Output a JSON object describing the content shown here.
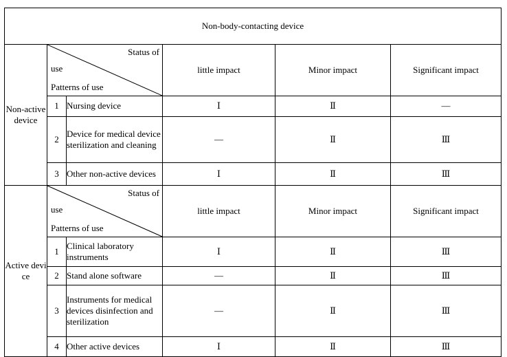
{
  "table": {
    "title": "Non-body-contacting device",
    "diagonal_header": {
      "status_label": "Status of",
      "use_label": "use",
      "patterns_label": "Patterns of use"
    },
    "impact_columns": [
      "little impact",
      "Minor impact",
      "Significant impact"
    ],
    "dash": "—",
    "sections": [
      {
        "category": "Non-active device",
        "rows": [
          {
            "number": "1",
            "label": "Nursing device",
            "values": [
              "Ⅰ",
              "Ⅱ",
              "—"
            ]
          },
          {
            "number": "2",
            "label": "Device for medical device sterilization and cleaning",
            "values": [
              "—",
              "Ⅱ",
              "Ⅲ"
            ]
          },
          {
            "number": "3",
            "label": "Other non-active devices",
            "values": [
              "Ⅰ",
              "Ⅱ",
              "Ⅲ"
            ]
          }
        ]
      },
      {
        "category": "Active device",
        "rows": [
          {
            "number": "1",
            "label": "Clinical laboratory instruments",
            "values": [
              "Ⅰ",
              "Ⅱ",
              "Ⅲ"
            ]
          },
          {
            "number": "2",
            "label": "Stand alone software",
            "values": [
              "—",
              "Ⅱ",
              "Ⅲ"
            ]
          },
          {
            "number": "3",
            "label": "Instruments for medical devices disinfection and sterilization",
            "values": [
              "—",
              "Ⅱ",
              "Ⅲ"
            ]
          },
          {
            "number": "4",
            "label": "Other active devices",
            "values": [
              "Ⅰ",
              "Ⅱ",
              "Ⅲ"
            ]
          }
        ]
      }
    ]
  }
}
